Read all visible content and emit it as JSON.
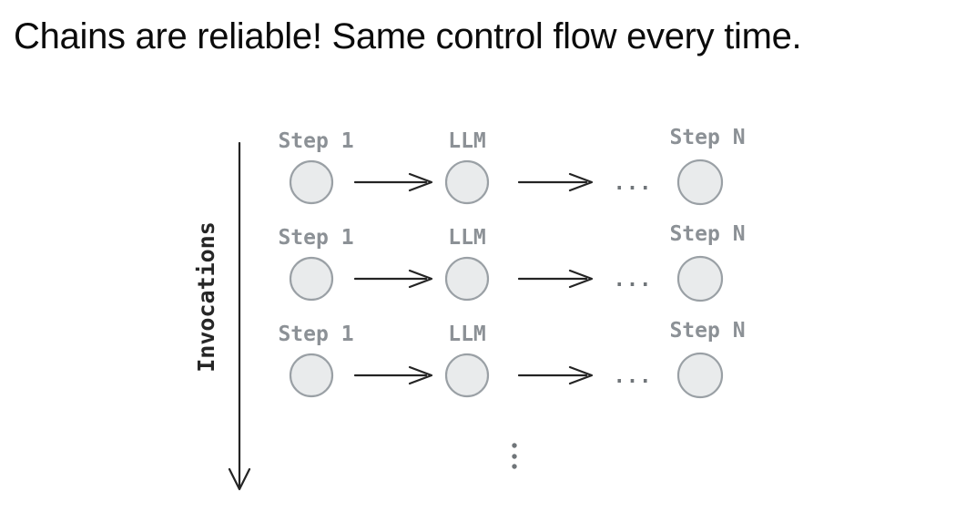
{
  "title": {
    "text": "Chains are reliable! Same control flow every time."
  },
  "diagram": {
    "axis": {
      "label": "Invocations",
      "direction": "down"
    },
    "rows": [
      {
        "step1_label": "Step 1",
        "llm_label": "LLM",
        "stepn_label": "Step N",
        "ellipsis": "..."
      },
      {
        "step1_label": "Step 1",
        "llm_label": "LLM",
        "stepn_label": "Step N",
        "ellipsis": "..."
      },
      {
        "step1_label": "Step 1",
        "llm_label": "LLM",
        "stepn_label": "Step N",
        "ellipsis": "..."
      }
    ],
    "vertical_ellipsis_icon": "⋮",
    "colors": {
      "background": "#ffffff",
      "ink": "#242424",
      "label_gray": "#8c9196",
      "node_fill": "#e9ebec",
      "node_stroke": "#9aa0a5",
      "dot_gray": "#707579"
    }
  }
}
